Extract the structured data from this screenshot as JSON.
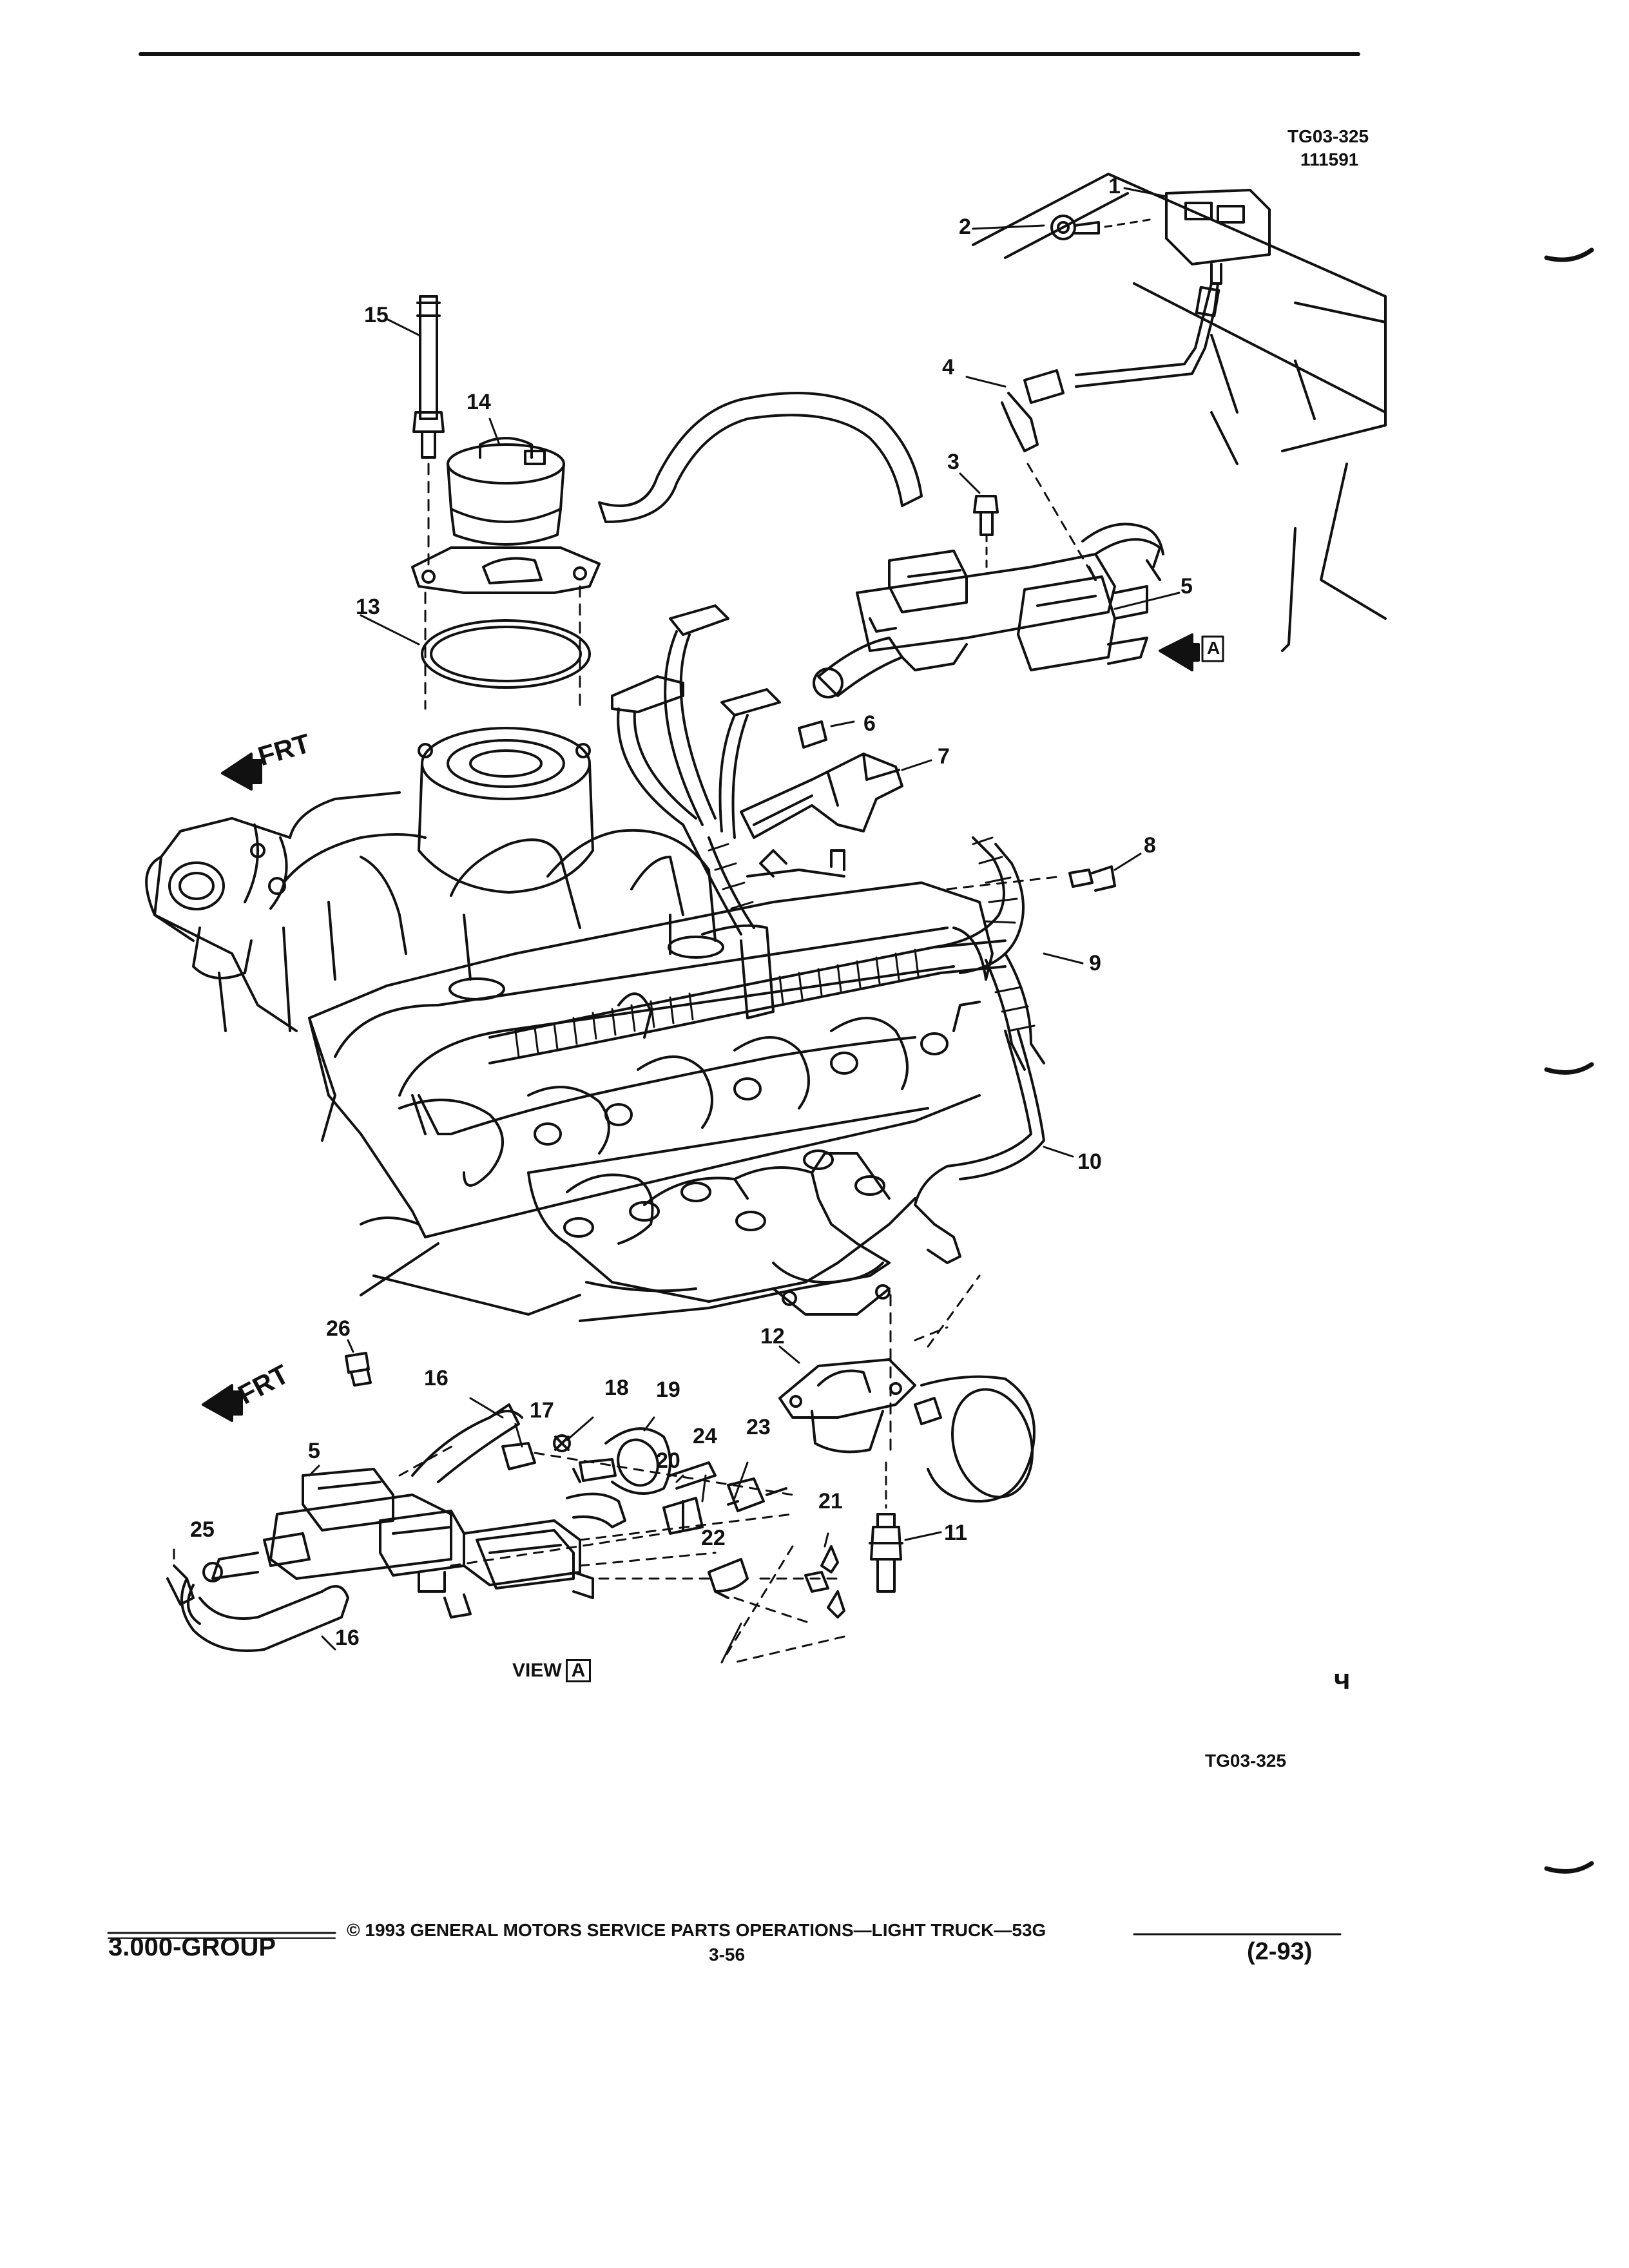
{
  "figure": {
    "ref_code": "TG03-325",
    "date_code": "111591",
    "bottom_ref": "TG03-325",
    "view_label": "VIEW",
    "view_letter": "A",
    "frt_label": "FRT",
    "corner_mark": "ч"
  },
  "callouts": {
    "c1": "1",
    "c2": "2",
    "c3": "3",
    "c4": "4",
    "c5": "5",
    "c6": "6",
    "c7": "7",
    "c8": "8",
    "c9": "9",
    "c10": "10",
    "c11": "11",
    "c12": "12",
    "c13": "13",
    "c14": "14",
    "c15": "15",
    "c16": "16",
    "c17": "17",
    "c18": "18",
    "c19": "19",
    "c20": "20",
    "c21": "21",
    "c22": "22",
    "c23": "23",
    "c24": "24",
    "c25": "25",
    "c26": "26"
  },
  "footer": {
    "group": "3.000-GROUP",
    "copyright": "© 1993 GENERAL MOTORS SERVICE PARTS OPERATIONS—LIGHT TRUCK—53G",
    "page": "3-56",
    "revision": "(2-93)"
  }
}
